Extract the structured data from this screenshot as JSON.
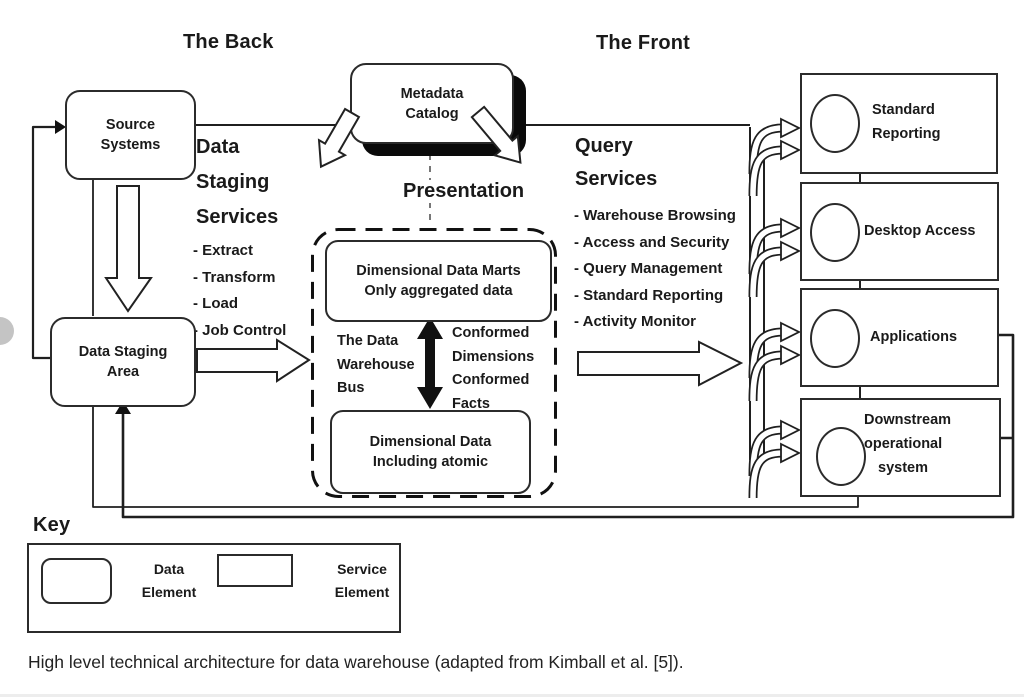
{
  "headings": {
    "the_back": "The Back",
    "the_front": "The Front",
    "presentation": "Presentation",
    "key": "Key"
  },
  "staging_services": {
    "title_lines": [
      "Data",
      "Staging",
      "Services"
    ],
    "items": [
      "- Extract",
      "- Transform",
      "- Load",
      "- Job Control"
    ]
  },
  "query_services": {
    "title_lines": [
      "Query",
      "Services"
    ],
    "items": [
      "- Warehouse Browsing",
      "- Access and Security",
      "- Query Management",
      "- Standard Reporting",
      "- Activity Monitor"
    ]
  },
  "boxes": {
    "source_systems": [
      "Source",
      "Systems"
    ],
    "metadata_catalog": [
      "Metadata",
      "Catalog"
    ],
    "data_staging_area": [
      "Data Staging",
      "Area"
    ],
    "data_marts": [
      "Dimensional Data Marts",
      "Only aggregated data"
    ],
    "dimensional_data": [
      "Dimensional Data",
      "Including atomic"
    ],
    "standard_reporting": [
      "Standard",
      "Reporting"
    ],
    "desktop_access": "Desktop Access",
    "applications": "Applications",
    "downstream": [
      "Downstream",
      "operational",
      "system"
    ]
  },
  "bus": {
    "left_lines": [
      "The Data",
      "Warehouse",
      "Bus"
    ],
    "right_lines": [
      "Conformed",
      "Dimensions",
      "Conformed",
      "Facts"
    ]
  },
  "key_legend": {
    "data_element": [
      "Data",
      "Element"
    ],
    "service_element": [
      "Service",
      "Element"
    ]
  },
  "caption": "High level technical architecture for data warehouse (adapted from Kimball et al. [5]).",
  "colors": {
    "line": "#1f1f1f",
    "shadow": "#0a0a0a",
    "gray_dot": "#c4c4c4"
  }
}
